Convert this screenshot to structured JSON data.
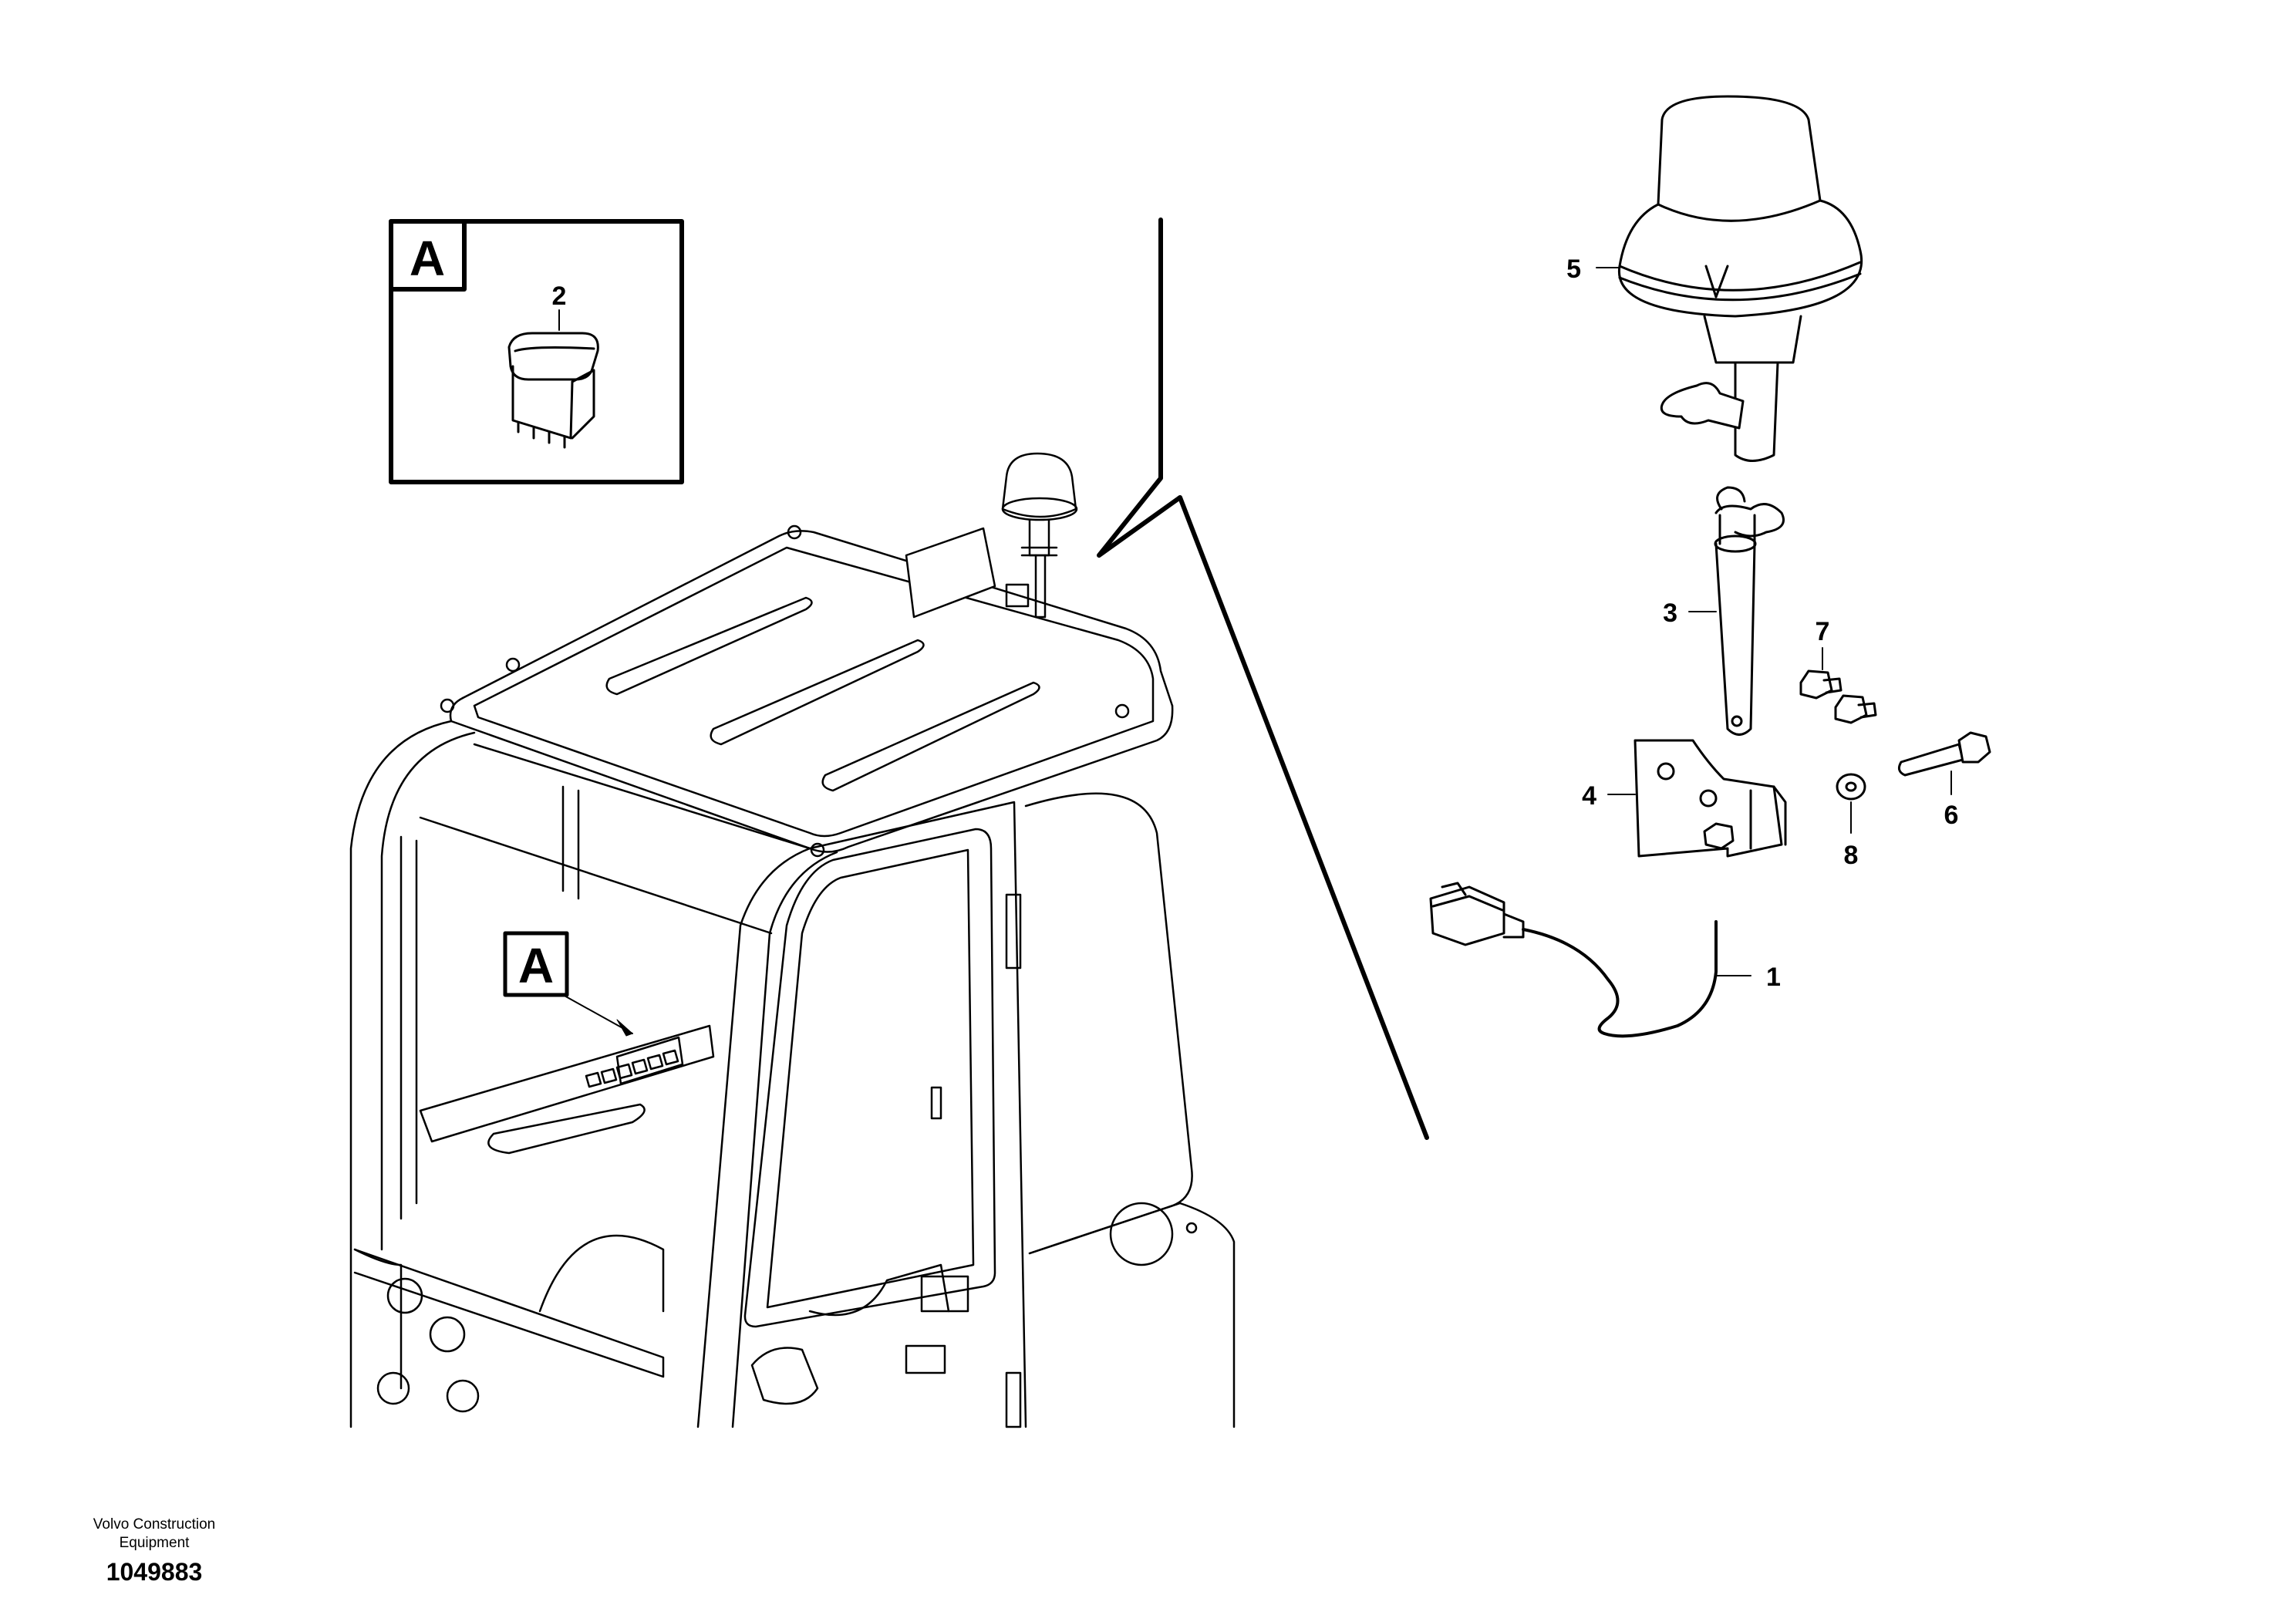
{
  "detail_label": "A",
  "callouts": {
    "c1": "1",
    "c2": "2",
    "c3": "3",
    "c4": "4",
    "c5": "5",
    "c6": "6",
    "c7": "7",
    "c8": "8"
  },
  "footer": {
    "company_line1": "Volvo Construction",
    "company_line2": "Equipment",
    "drawing_number": "1049883"
  }
}
